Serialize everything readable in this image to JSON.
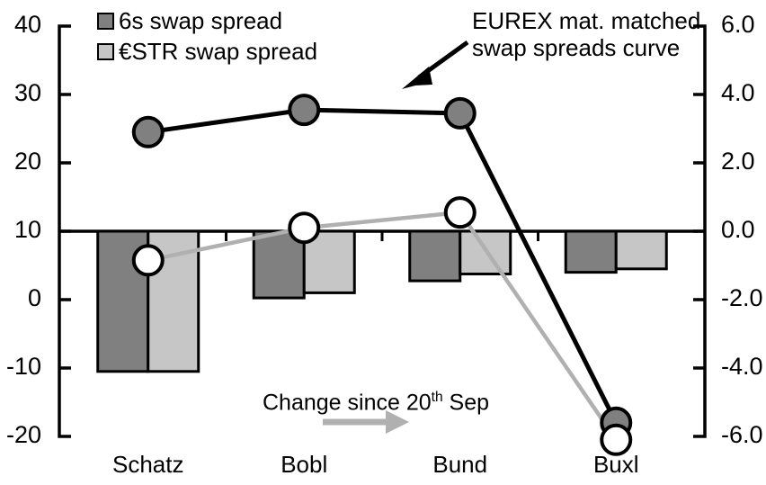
{
  "legend": {
    "items": [
      {
        "label": "6s swap spread",
        "color": "#808080",
        "name": "legend-6s-swap-spread"
      },
      {
        "label": "€STR swap spread",
        "color": "#c6c6c6",
        "name": "legend-estr-swap-spread"
      }
    ]
  },
  "annotations": {
    "eurex_line1": "EUREX mat. matched",
    "eurex_line2": "swap spreads curve",
    "change_prefix": "Change since 20",
    "change_sup": "th",
    "change_suffix": " Sep"
  },
  "chart_data": {
    "type": "bar",
    "title": "",
    "xlabel": "",
    "ylabel": "",
    "categories": [
      "Schatz",
      "Bobl",
      "Bund",
      "Buxl"
    ],
    "left_axis": {
      "ticks": [
        "40",
        "30",
        "20",
        "10",
        "0",
        "-10",
        "-20"
      ],
      "tick_values": [
        40,
        30,
        20,
        10,
        0,
        -10,
        -20
      ],
      "ylim": [
        -20,
        40
      ],
      "baseline": 10
    },
    "right_axis": {
      "ticks": [
        "6.0",
        "4.0",
        "2.0",
        "0.0",
        "-2.0",
        "-4.0",
        "-6.0"
      ],
      "tick_values": [
        6.0,
        4.0,
        2.0,
        0.0,
        -2.0,
        -4.0,
        -6.0
      ],
      "ylim": [
        -6.0,
        6.0
      ]
    },
    "series": [
      {
        "name": "6s swap spread",
        "kind": "bar",
        "axis": "right",
        "color": "#808080",
        "values": [
          -4.1,
          -1.95,
          -1.45,
          -1.2
        ]
      },
      {
        "name": "€STR swap spread",
        "kind": "bar",
        "axis": "right",
        "color": "#c6c6c6",
        "values": [
          -4.1,
          -1.8,
          -1.25,
          -1.1
        ]
      },
      {
        "name": "EUREX mat. matched swap spreads curve",
        "kind": "line",
        "axis": "right",
        "color": "#000000",
        "marker_fill": "#808080",
        "values": [
          2.9,
          3.55,
          3.45,
          -5.6
        ]
      },
      {
        "name": "Change since 20th Sep",
        "kind": "line",
        "axis": "right",
        "color": "#b0b0b0",
        "marker_fill": "#ffffff",
        "values": [
          -0.85,
          0.1,
          0.55,
          -6.1
        ]
      }
    ],
    "grid": false,
    "legend_position": "top-left"
  }
}
